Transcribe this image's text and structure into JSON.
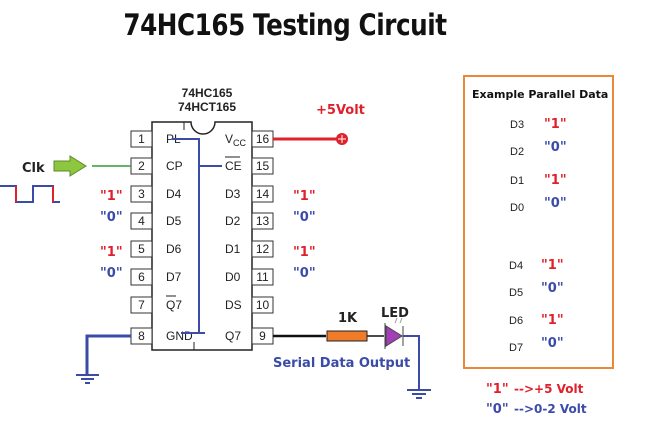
{
  "title": "74HC165 Testing Circuit",
  "chip": {
    "names": [
      "74HC165",
      "74HCT165"
    ],
    "left_pins": [
      {
        "num": "1",
        "label": "PL"
      },
      {
        "num": "2",
        "label": "CP"
      },
      {
        "num": "3",
        "label": "D4"
      },
      {
        "num": "4",
        "label": "D5"
      },
      {
        "num": "5",
        "label": "D6"
      },
      {
        "num": "6",
        "label": "D7"
      },
      {
        "num": "7",
        "label": "Q7"
      },
      {
        "num": "8",
        "label": "GND"
      }
    ],
    "right_pins": [
      {
        "num": "16",
        "label": "V",
        "sub": "CC"
      },
      {
        "num": "15",
        "label": "CE"
      },
      {
        "num": "14",
        "label": "D3"
      },
      {
        "num": "13",
        "label": "D2"
      },
      {
        "num": "12",
        "label": "D1"
      },
      {
        "num": "11",
        "label": "D0"
      },
      {
        "num": "10",
        "label": "DS"
      },
      {
        "num": "9",
        "label": "Q7"
      }
    ]
  },
  "inputs_left": [
    "\"1\"",
    "\"0\"",
    "\"1\"",
    "\"0\""
  ],
  "inputs_right": [
    "\"1\"",
    "\"0\"",
    "\"1\"",
    "\"0\""
  ],
  "clock_label": "Clk",
  "power_label": "+5Volt",
  "resistor_label": "1K",
  "led_label": "LED",
  "output_label": "Serial Data Output",
  "panel": {
    "title": "Example Parallel Data",
    "group1": [
      {
        "pin": "D3",
        "value": "\"1\""
      },
      {
        "pin": "D2",
        "value": "\"0\""
      },
      {
        "pin": "D1",
        "value": "\"1\""
      },
      {
        "pin": "D0",
        "value": "\"0\""
      }
    ],
    "group2": [
      {
        "pin": "D4",
        "value": "\"1\""
      },
      {
        "pin": "D5",
        "value": "\"0\""
      },
      {
        "pin": "D6",
        "value": "\"1\""
      },
      {
        "pin": "D7",
        "value": "\"0\""
      }
    ]
  },
  "legend": [
    {
      "key": "\"1\"",
      "text": "-->+5 Volt"
    },
    {
      "key": "\"0\"",
      "text": "-->0-2 Volt"
    }
  ],
  "colors": {
    "high": "#e0202a",
    "low": "#3b4ba8",
    "panel_border": "#e8893a",
    "clock_arrow": "#8dc63f",
    "resistor": "#f07c2a",
    "led": "#a23fb5"
  }
}
